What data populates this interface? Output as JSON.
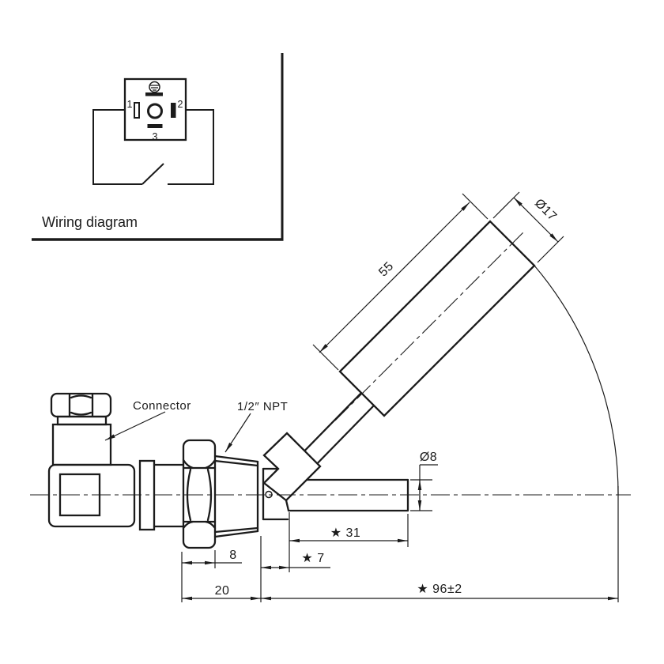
{
  "wiring": {
    "caption": "Wiring diagram",
    "pin1": "1",
    "pin2": "2",
    "pin3": "3"
  },
  "callouts": {
    "connector": "Connector",
    "thread": "1/2″ NPT"
  },
  "dims": {
    "thread_len": "8",
    "hex_section": "20",
    "stem_len": "★ 31",
    "collar_len": "★ 7",
    "overall_len": "★ 96±2",
    "stem_dia": "Ø8",
    "float_len": "55",
    "float_dia": "Ø17"
  },
  "colors": {
    "ink": "#1b1b1b",
    "paper": "#ffffff"
  }
}
